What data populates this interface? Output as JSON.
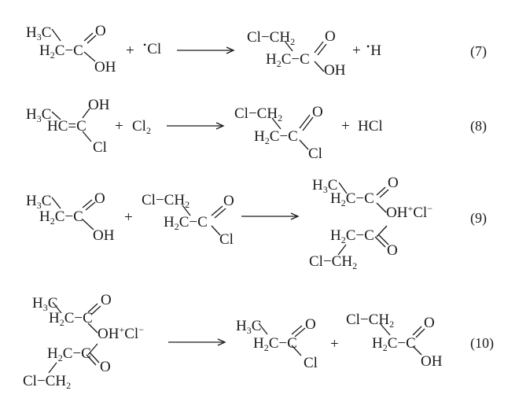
{
  "equations": [
    {
      "number": "(7)",
      "reactant_1": {
        "ch3": "H3C",
        "ch2": "H2C−C",
        "o": "O",
        "oh": "OH"
      },
      "plus_1": "+",
      "reactant_2": "Cl",
      "product_1": {
        "clch2": "Cl−CH2",
        "ch2": "H2C−C",
        "o": "O",
        "oh": "OH"
      },
      "plus_2": "+",
      "product_2": "H"
    },
    {
      "number": "(8)",
      "reactant_1": {
        "ch3": "H3C",
        "hc": "HC=C",
        "oh": "OH",
        "cl": "Cl"
      },
      "plus_1": "+",
      "reactant_2": "Cl2",
      "product_1": {
        "clch2": "Cl−CH2",
        "ch2": "H2C−C",
        "o": "O",
        "cl": "Cl"
      },
      "plus_2": "+",
      "product_2": "HCl"
    },
    {
      "number": "(9)",
      "reactant_1": {
        "ch3": "H3C",
        "ch2": "H2C−C",
        "o": "O",
        "oh": "OH"
      },
      "plus_1": "+",
      "reactant_2": {
        "clch2": "Cl−CH2",
        "ch2": "H2C−C",
        "o": "O",
        "cl": "Cl"
      },
      "product": {
        "ch3": "H3C",
        "ch2_top": "H2C−C",
        "o_top": "O",
        "ohcl": "OH+Cl−",
        "ch2_bottom": "H2C−C",
        "o_bottom": "O",
        "clch2": "Cl−CH2"
      }
    },
    {
      "number": "(10)",
      "reactant": {
        "ch3": "H3C",
        "ch2_top": "H2C−C",
        "o_top": "O",
        "ohcl": "OH+Cl−",
        "ch2_bottom": "H2C−C",
        "o_bottom": "O",
        "clch2": "Cl−CH2"
      },
      "product_1": {
        "ch3": "H3C",
        "ch2": "H2C−C",
        "o": "O",
        "cl": "Cl"
      },
      "plus_1": "+",
      "product_2": {
        "clch2": "Cl−CH2",
        "ch2": "H2C−C",
        "o": "O",
        "oh": "OH"
      }
    }
  ]
}
